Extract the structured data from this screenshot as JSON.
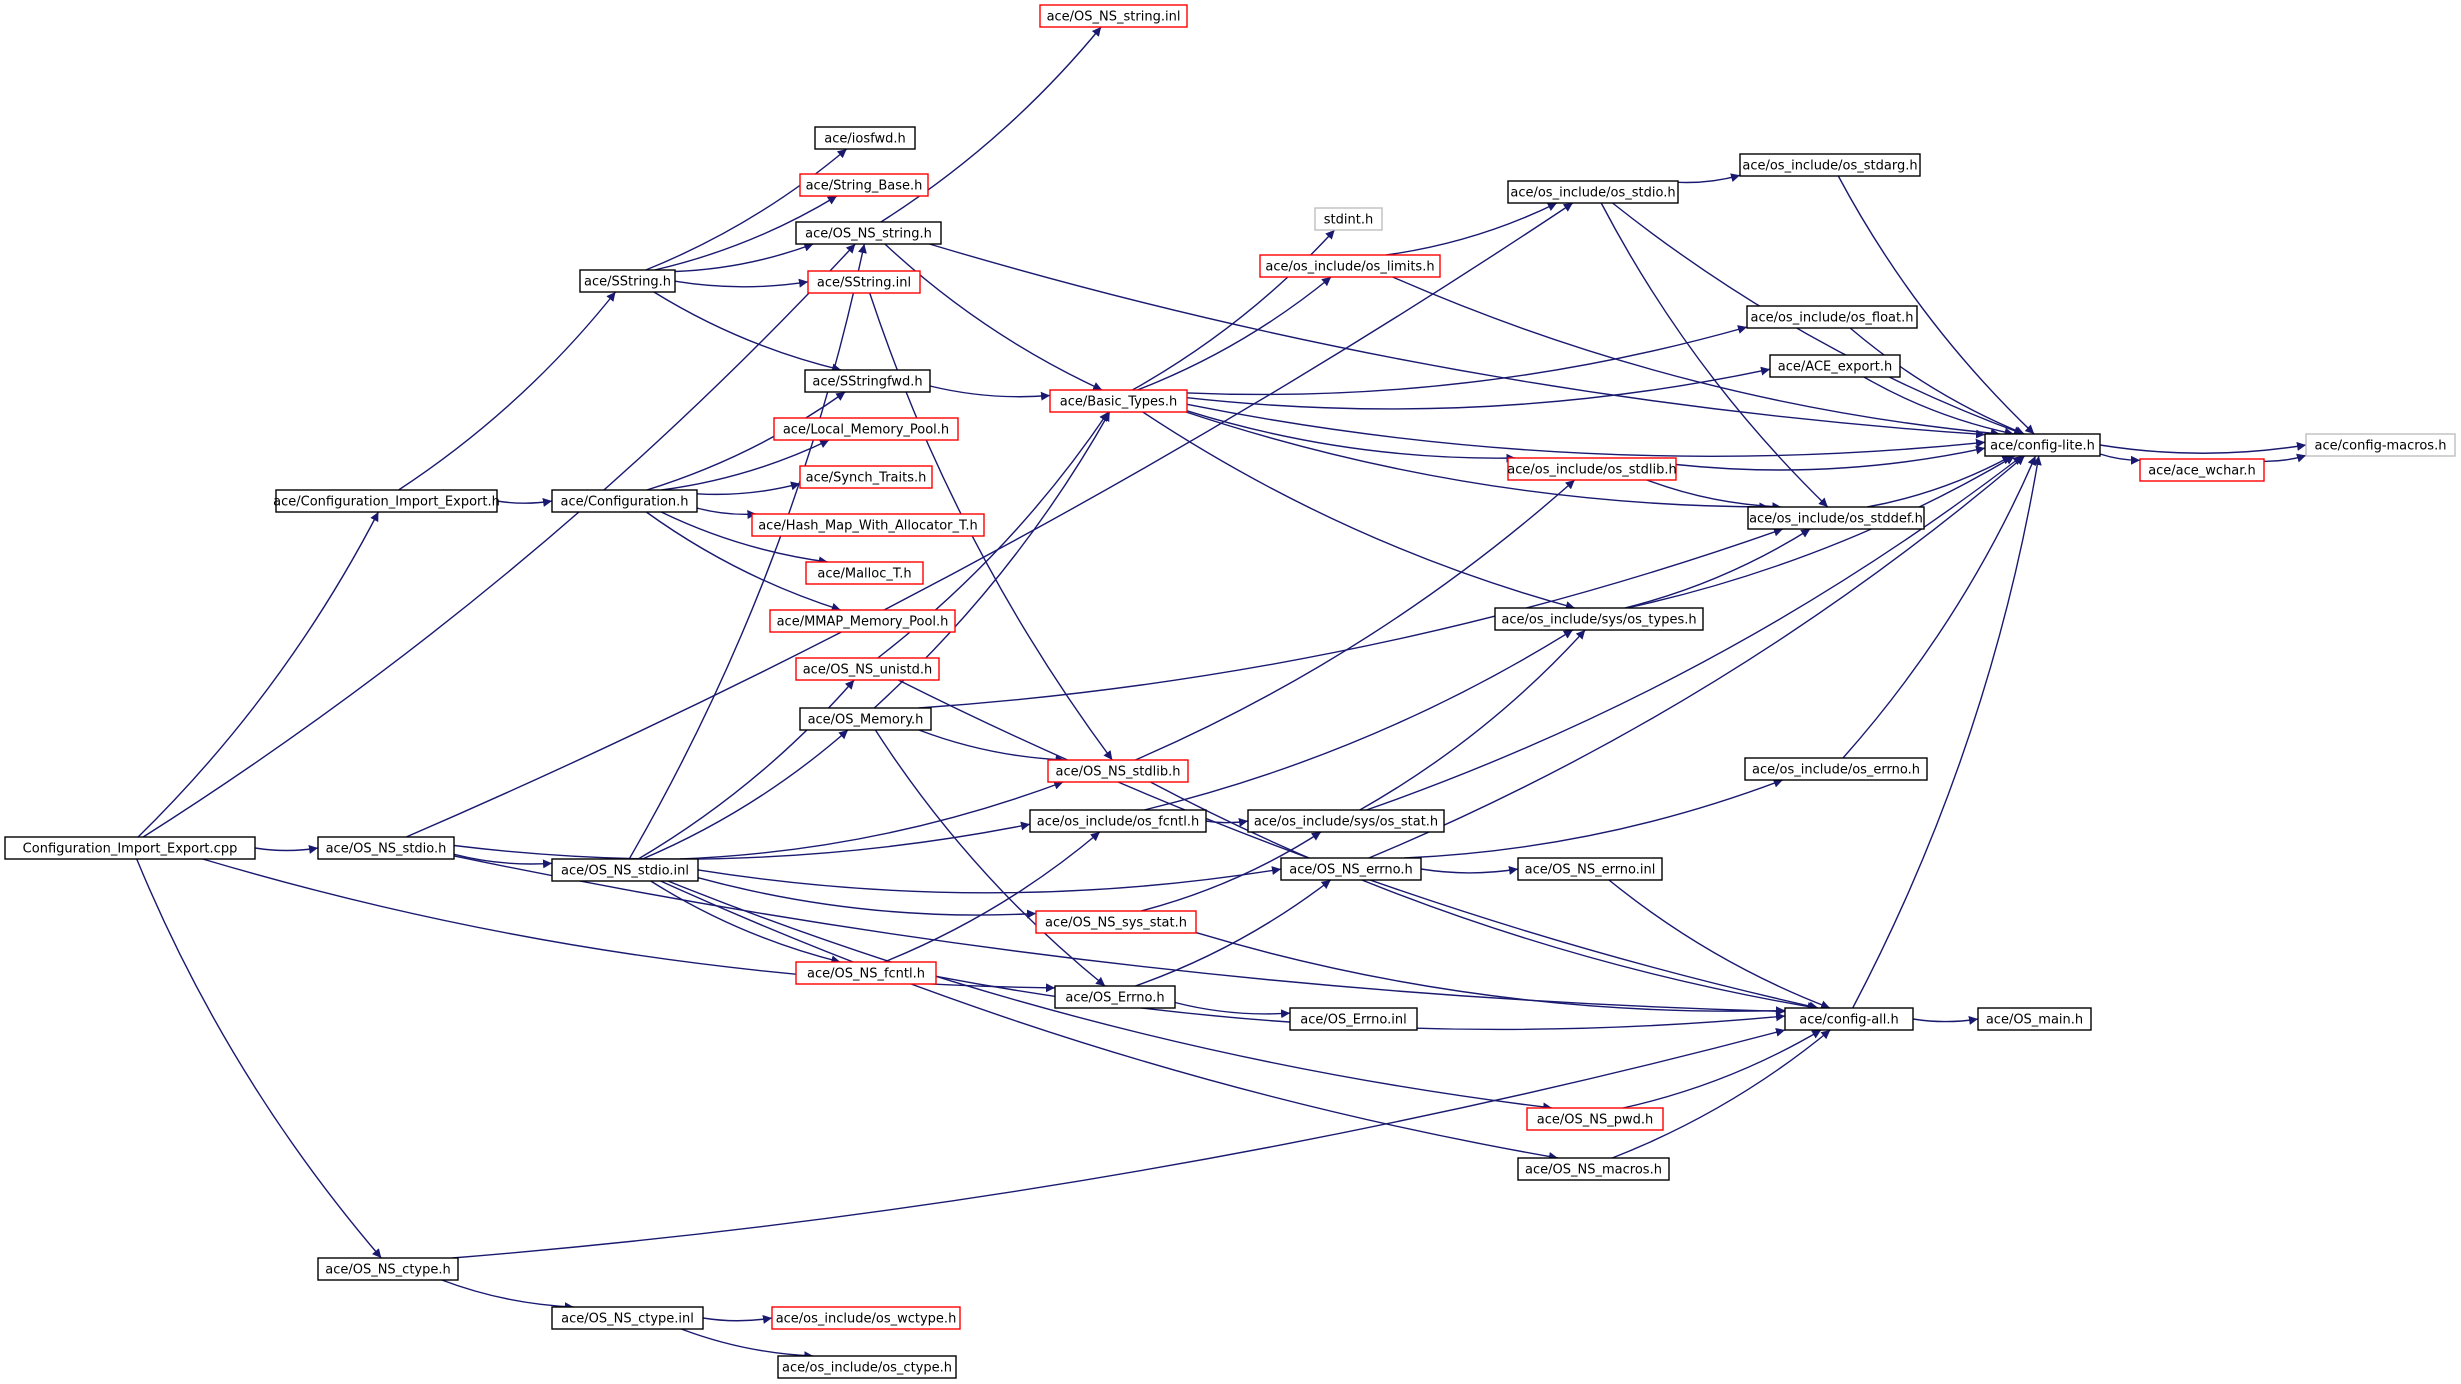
{
  "colors": {
    "edge": "#191970",
    "border_normal": "#000000",
    "border_red": "#ff0000",
    "border_external": "#bfbfbf",
    "root_fill": "#bfbfbf"
  },
  "nodes": [
    {
      "id": "root",
      "label": "Configuration_Import_Export.cpp",
      "style": "root"
    },
    {
      "id": "cie_h",
      "label": "ace/Configuration_Import_Export.h",
      "style": "normal"
    },
    {
      "id": "sstring_h",
      "label": "ace/SString.h",
      "style": "normal"
    },
    {
      "id": "iosfwd",
      "label": "ace/iosfwd.h",
      "style": "normal"
    },
    {
      "id": "string_base",
      "label": "ace/String_Base.h",
      "style": "red"
    },
    {
      "id": "os_ns_string_h",
      "label": "ace/OS_NS_string.h",
      "style": "normal"
    },
    {
      "id": "os_ns_string_inl",
      "label": "ace/OS_NS_string.inl",
      "style": "red"
    },
    {
      "id": "sstring_inl",
      "label": "ace/SString.inl",
      "style": "red"
    },
    {
      "id": "sstringfwd",
      "label": "ace/SStringfwd.h",
      "style": "normal"
    },
    {
      "id": "config_h",
      "label": "ace/Configuration.h",
      "style": "normal"
    },
    {
      "id": "local_mem",
      "label": "ace/Local_Memory_Pool.h",
      "style": "red"
    },
    {
      "id": "synch_traits",
      "label": "ace/Synch_Traits.h",
      "style": "red"
    },
    {
      "id": "hash_map",
      "label": "ace/Hash_Map_With_Allocator_T.h",
      "style": "red"
    },
    {
      "id": "malloc_t",
      "label": "ace/Malloc_T.h",
      "style": "red"
    },
    {
      "id": "mmap_pool",
      "label": "ace/MMAP_Memory_Pool.h",
      "style": "red"
    },
    {
      "id": "os_ns_unistd",
      "label": "ace/OS_NS_unistd.h",
      "style": "red"
    },
    {
      "id": "os_memory",
      "label": "ace/OS_Memory.h",
      "style": "normal"
    },
    {
      "id": "os_ns_stdio_h",
      "label": "ace/OS_NS_stdio.h",
      "style": "normal"
    },
    {
      "id": "os_ns_stdio_inl",
      "label": "ace/OS_NS_stdio.inl",
      "style": "normal"
    },
    {
      "id": "os_ns_ctype_h",
      "label": "ace/OS_NS_ctype.h",
      "style": "normal"
    },
    {
      "id": "os_ns_ctype_inl",
      "label": "ace/OS_NS_ctype.inl",
      "style": "normal"
    },
    {
      "id": "os_wctype",
      "label": "ace/os_include/os_wctype.h",
      "style": "red"
    },
    {
      "id": "os_ctype",
      "label": "ace/os_include/os_ctype.h",
      "style": "normal"
    },
    {
      "id": "os_ns_stdlib",
      "label": "ace/OS_NS_stdlib.h",
      "style": "red"
    },
    {
      "id": "os_fcntl",
      "label": "ace/os_include/os_fcntl.h",
      "style": "normal"
    },
    {
      "id": "os_ns_fcntl",
      "label": "ace/OS_NS_fcntl.h",
      "style": "red"
    },
    {
      "id": "os_errno_h",
      "label": "ace/OS_Errno.h",
      "style": "normal"
    },
    {
      "id": "os_ns_sys_stat",
      "label": "ace/OS_NS_sys_stat.h",
      "style": "red"
    },
    {
      "id": "basic_types",
      "label": "ace/Basic_Types.h",
      "style": "red"
    },
    {
      "id": "stdint",
      "label": "stdint.h",
      "style": "external"
    },
    {
      "id": "os_limits",
      "label": "ace/os_include/os_limits.h",
      "style": "red"
    },
    {
      "id": "os_stdio",
      "label": "ace/os_include/os_stdio.h",
      "style": "normal"
    },
    {
      "id": "os_stdarg",
      "label": "ace/os_include/os_stdarg.h",
      "style": "normal"
    },
    {
      "id": "os_float",
      "label": "ace/os_include/os_float.h",
      "style": "normal"
    },
    {
      "id": "ace_export",
      "label": "ace/ACE_export.h",
      "style": "normal"
    },
    {
      "id": "os_stdlib",
      "label": "ace/os_include/os_stdlib.h",
      "style": "red"
    },
    {
      "id": "os_stddef",
      "label": "ace/os_include/os_stddef.h",
      "style": "normal"
    },
    {
      "id": "os_types",
      "label": "ace/os_include/sys/os_types.h",
      "style": "normal"
    },
    {
      "id": "os_sys_stat",
      "label": "ace/os_include/sys/os_stat.h",
      "style": "normal"
    },
    {
      "id": "os_ns_errno_h",
      "label": "ace/OS_NS_errno.h",
      "style": "normal"
    },
    {
      "id": "os_ns_errno_inl",
      "label": "ace/OS_NS_errno.inl",
      "style": "normal"
    },
    {
      "id": "os_errno_inc",
      "label": "ace/os_include/os_errno.h",
      "style": "normal"
    },
    {
      "id": "os_errno_inl",
      "label": "ace/OS_Errno.inl",
      "style": "normal"
    },
    {
      "id": "config_all",
      "label": "ace/config-all.h",
      "style": "normal"
    },
    {
      "id": "os_main",
      "label": "ace/OS_main.h",
      "style": "normal"
    },
    {
      "id": "os_ns_pwd",
      "label": "ace/OS_NS_pwd.h",
      "style": "red"
    },
    {
      "id": "os_ns_macros",
      "label": "ace/OS_NS_macros.h",
      "style": "normal"
    },
    {
      "id": "config_lite",
      "label": "ace/config-lite.h",
      "style": "normal"
    },
    {
      "id": "ace_wchar",
      "label": "ace/ace_wchar.h",
      "style": "red"
    },
    {
      "id": "config_macros",
      "label": "ace/config-macros.h",
      "style": "external"
    }
  ],
  "edges": [
    [
      "root",
      "cie_h"
    ],
    [
      "root",
      "os_ns_string_h"
    ],
    [
      "root",
      "os_ns_stdio_h"
    ],
    [
      "root",
      "os_errno_h"
    ],
    [
      "root",
      "os_ns_ctype_h"
    ],
    [
      "cie_h",
      "sstring_h"
    ],
    [
      "cie_h",
      "config_h"
    ],
    [
      "sstring_h",
      "iosfwd"
    ],
    [
      "sstring_h",
      "string_base"
    ],
    [
      "sstring_h",
      "os_ns_string_h"
    ],
    [
      "sstring_h",
      "sstring_inl"
    ],
    [
      "sstring_h",
      "sstringfwd"
    ],
    [
      "os_ns_string_h",
      "os_ns_string_inl"
    ],
    [
      "os_ns_string_h",
      "basic_types"
    ],
    [
      "os_ns_string_h",
      "config_lite"
    ],
    [
      "sstring_inl",
      "os_ns_stdlib"
    ],
    [
      "sstringfwd",
      "basic_types"
    ],
    [
      "config_h",
      "sstringfwd"
    ],
    [
      "config_h",
      "local_mem"
    ],
    [
      "config_h",
      "synch_traits"
    ],
    [
      "config_h",
      "hash_map"
    ],
    [
      "config_h",
      "malloc_t"
    ],
    [
      "config_h",
      "mmap_pool"
    ],
    [
      "os_ns_stdio_h",
      "os_stdio"
    ],
    [
      "os_ns_stdio_h",
      "os_fcntl"
    ],
    [
      "os_ns_stdio_h",
      "os_ns_stdio_inl"
    ],
    [
      "os_ns_stdio_h",
      "config_all"
    ],
    [
      "os_ns_stdio_inl",
      "os_ns_string_h"
    ],
    [
      "os_ns_stdio_inl",
      "os_ns_unistd"
    ],
    [
      "os_ns_stdio_inl",
      "os_memory"
    ],
    [
      "os_ns_stdio_inl",
      "os_ns_stdlib"
    ],
    [
      "os_ns_stdio_inl",
      "os_ns_errno_h"
    ],
    [
      "os_ns_stdio_inl",
      "os_ns_sys_stat"
    ],
    [
      "os_ns_stdio_inl",
      "os_ns_fcntl"
    ],
    [
      "os_ns_stdio_inl",
      "os_ns_pwd"
    ],
    [
      "os_ns_stdio_inl",
      "os_ns_macros"
    ],
    [
      "os_ns_unistd",
      "basic_types"
    ],
    [
      "os_ns_unistd",
      "config_all"
    ],
    [
      "os_memory",
      "basic_types"
    ],
    [
      "os_memory",
      "os_stddef"
    ],
    [
      "os_memory",
      "os_ns_stdlib"
    ],
    [
      "os_memory",
      "os_errno_h"
    ],
    [
      "os_ns_stdlib",
      "os_stdlib"
    ],
    [
      "os_ns_stdlib",
      "config_all"
    ],
    [
      "os_fcntl",
      "os_sys_stat"
    ],
    [
      "os_fcntl",
      "os_types"
    ],
    [
      "os_ns_fcntl",
      "os_fcntl"
    ],
    [
      "os_ns_fcntl",
      "config_all"
    ],
    [
      "os_errno_h",
      "os_ns_errno_h"
    ],
    [
      "os_errno_h",
      "os_errno_inl"
    ],
    [
      "os_ns_sys_stat",
      "os_sys_stat"
    ],
    [
      "os_ns_sys_stat",
      "config_all"
    ],
    [
      "os_ns_errno_h",
      "os_ns_errno_inl"
    ],
    [
      "os_ns_errno_h",
      "os_errno_inc"
    ],
    [
      "os_ns_errno_h",
      "config_lite"
    ],
    [
      "os_ns_errno_inl",
      "config_all"
    ],
    [
      "os_sys_stat",
      "os_types"
    ],
    [
      "os_sys_stat",
      "config_lite"
    ],
    [
      "os_errno_inc",
      "config_lite"
    ],
    [
      "basic_types",
      "stdint"
    ],
    [
      "basic_types",
      "os_limits"
    ],
    [
      "basic_types",
      "os_float"
    ],
    [
      "basic_types",
      "ace_export"
    ],
    [
      "basic_types",
      "config_lite"
    ],
    [
      "basic_types",
      "os_stdlib"
    ],
    [
      "basic_types",
      "os_stddef"
    ],
    [
      "basic_types",
      "os_types"
    ],
    [
      "os_limits",
      "os_stdio"
    ],
    [
      "os_limits",
      "config_lite"
    ],
    [
      "os_stdio",
      "os_stdarg"
    ],
    [
      "os_stdio",
      "config_lite"
    ],
    [
      "os_stdio",
      "os_stddef"
    ],
    [
      "os_stdarg",
      "config_lite"
    ],
    [
      "os_float",
      "config_lite"
    ],
    [
      "ace_export",
      "config_lite"
    ],
    [
      "os_stdlib",
      "config_lite"
    ],
    [
      "os_stdlib",
      "os_stddef"
    ],
    [
      "os_stddef",
      "config_lite"
    ],
    [
      "os_types",
      "os_stddef"
    ],
    [
      "os_types",
      "config_lite"
    ],
    [
      "config_all",
      "config_lite"
    ],
    [
      "config_all",
      "os_main"
    ],
    [
      "os_ns_pwd",
      "config_all"
    ],
    [
      "os_ns_macros",
      "config_all"
    ],
    [
      "os_ns_ctype_h",
      "os_ns_ctype_inl"
    ],
    [
      "os_ns_ctype_h",
      "config_all"
    ],
    [
      "os_ns_ctype_inl",
      "os_wctype"
    ],
    [
      "os_ns_ctype_inl",
      "os_ctype"
    ],
    [
      "config_lite",
      "ace_wchar"
    ],
    [
      "config_lite",
      "config_macros"
    ],
    [
      "ace_wchar",
      "config_macros"
    ]
  ]
}
